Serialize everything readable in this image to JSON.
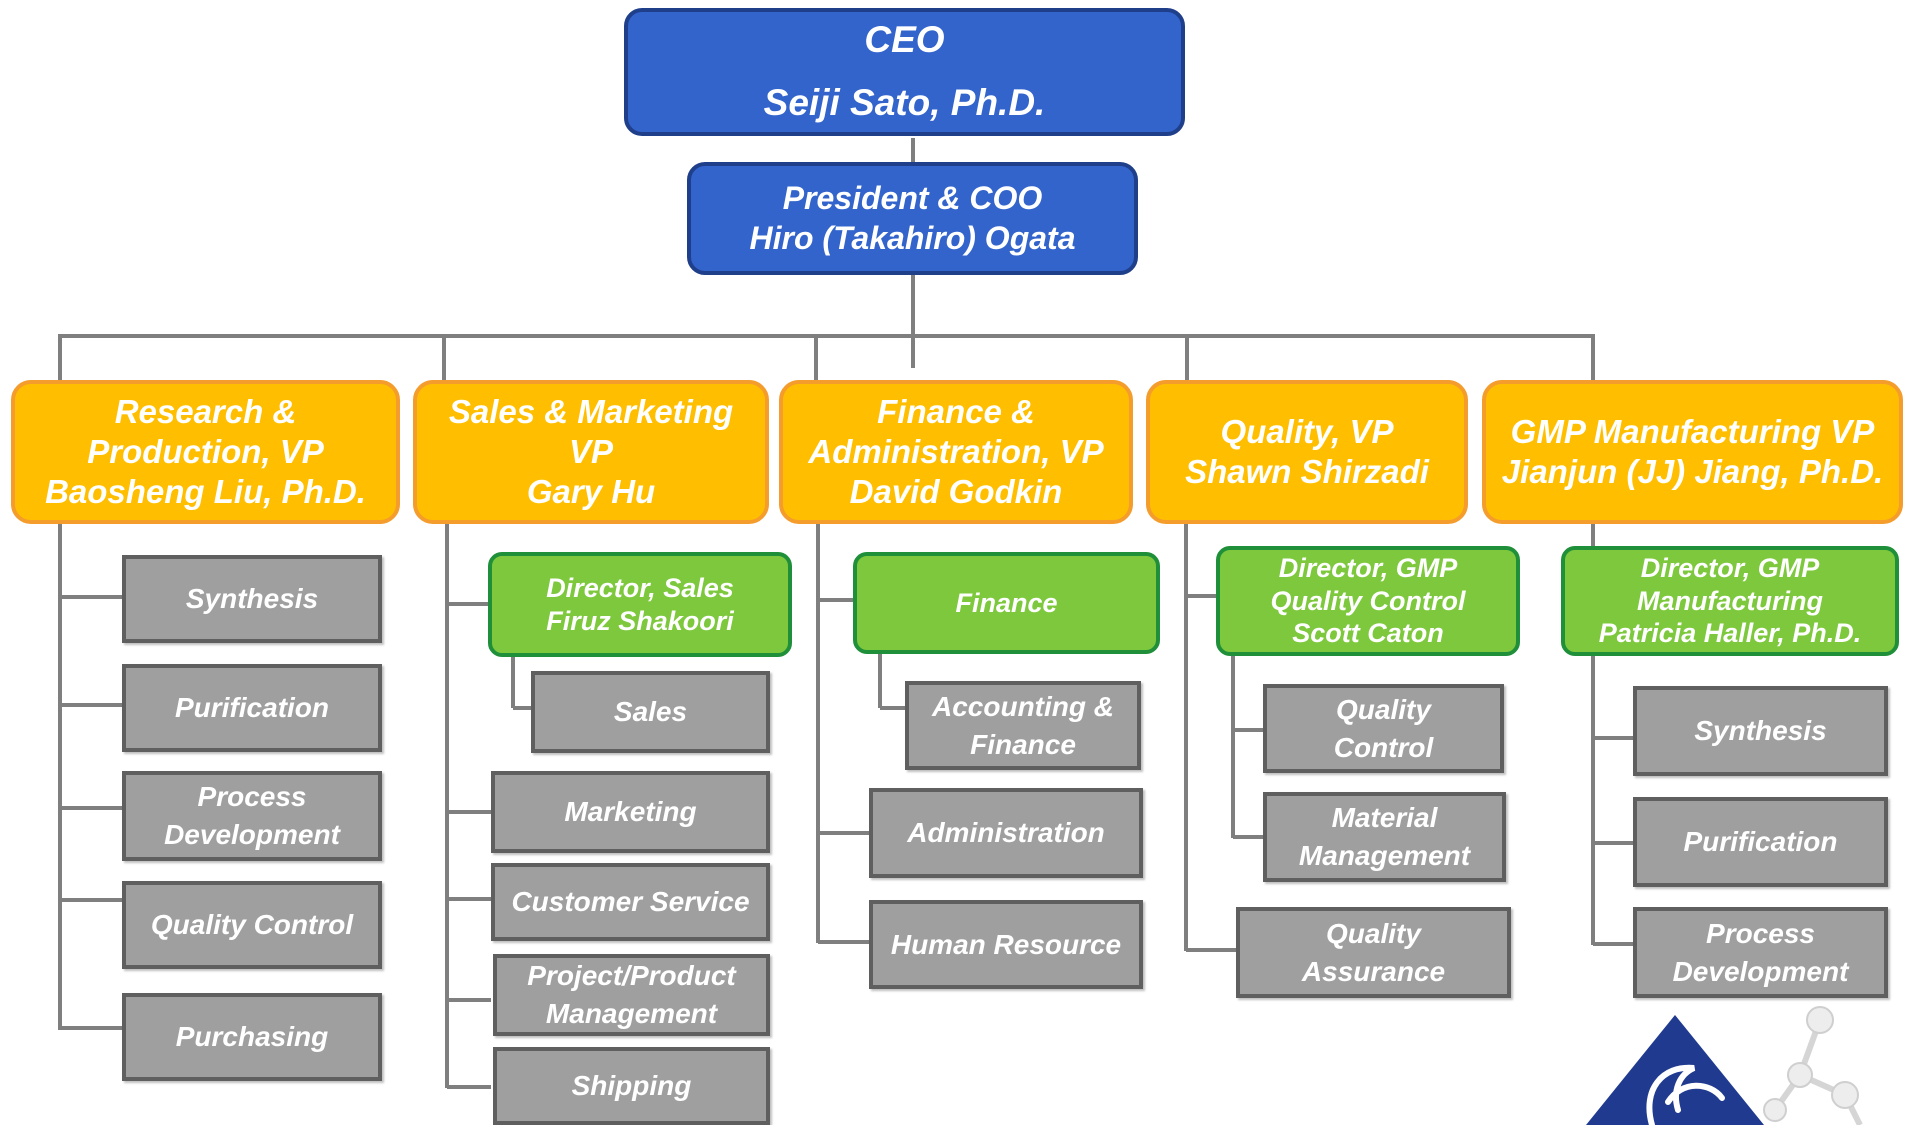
{
  "ceo": {
    "lines": [
      "CEO",
      "Seiji Sato, Ph.D."
    ]
  },
  "president": {
    "lines": [
      "President & COO",
      "Hiro (Takahiro) Ogata"
    ]
  },
  "divisions": [
    {
      "title_lines": [
        "Research &",
        "Production,  VP",
        "Baosheng Liu, Ph.D."
      ],
      "units": [
        {
          "lines": [
            "Synthesis"
          ]
        },
        {
          "lines": [
            "Purification"
          ]
        },
        {
          "lines": [
            "Process",
            "Development"
          ]
        },
        {
          "lines": [
            "Quality Control"
          ]
        },
        {
          "lines": [
            "Purchasing"
          ]
        }
      ]
    },
    {
      "title_lines": [
        "Sales & Marketing",
        "VP",
        "Gary Hu"
      ],
      "director": {
        "lines": [
          "Director, Sales",
          "Firuz Shakoori"
        ]
      },
      "director_units": [
        {
          "lines": [
            "Sales"
          ]
        }
      ],
      "units": [
        {
          "lines": [
            "Marketing"
          ]
        },
        {
          "lines": [
            "Customer Service"
          ]
        },
        {
          "lines": [
            "Project/Product",
            "Management"
          ]
        },
        {
          "lines": [
            "Shipping"
          ]
        }
      ]
    },
    {
      "title_lines": [
        "Finance &",
        "Administration, VP",
        "David Godkin"
      ],
      "director": {
        "lines": [
          "Finance"
        ]
      },
      "director_units": [
        {
          "lines": [
            "Accounting &",
            "Finance"
          ]
        }
      ],
      "units": [
        {
          "lines": [
            "Administration"
          ]
        },
        {
          "lines": [
            "Human Resource"
          ]
        }
      ]
    },
    {
      "title_lines": [
        "Quality, VP",
        "Shawn Shirzadi"
      ],
      "director": {
        "lines": [
          "Director, GMP",
          "Quality Control",
          "Scott Caton"
        ]
      },
      "director_units": [
        {
          "lines": [
            "Quality",
            "Control"
          ]
        },
        {
          "lines": [
            "Material",
            "Management"
          ]
        }
      ],
      "units": [
        {
          "lines": [
            "Quality",
            "Assurance"
          ]
        }
      ]
    },
    {
      "title_lines": [
        "GMP Manufacturing VP",
        "Jianjun (JJ) Jiang, Ph.D."
      ],
      "director": {
        "lines": [
          "Director, GMP",
          "Manufacturing",
          "Patricia Haller, Ph.D."
        ]
      },
      "director_units": [
        {
          "lines": [
            "Synthesis"
          ]
        },
        {
          "lines": [
            "Purification"
          ]
        },
        {
          "lines": [
            "Process",
            "Development"
          ]
        }
      ]
    }
  ],
  "colors": {
    "executive_fill": "#3264cc",
    "vp_fill": "#ffbf00",
    "director_fill": "#7dc83c",
    "unit_fill": "#9f9f9f",
    "connector": "#7f7f7f"
  },
  "logo": {
    "icon": "company-logo-triangle",
    "molecule_icon": "molecule-icon"
  }
}
